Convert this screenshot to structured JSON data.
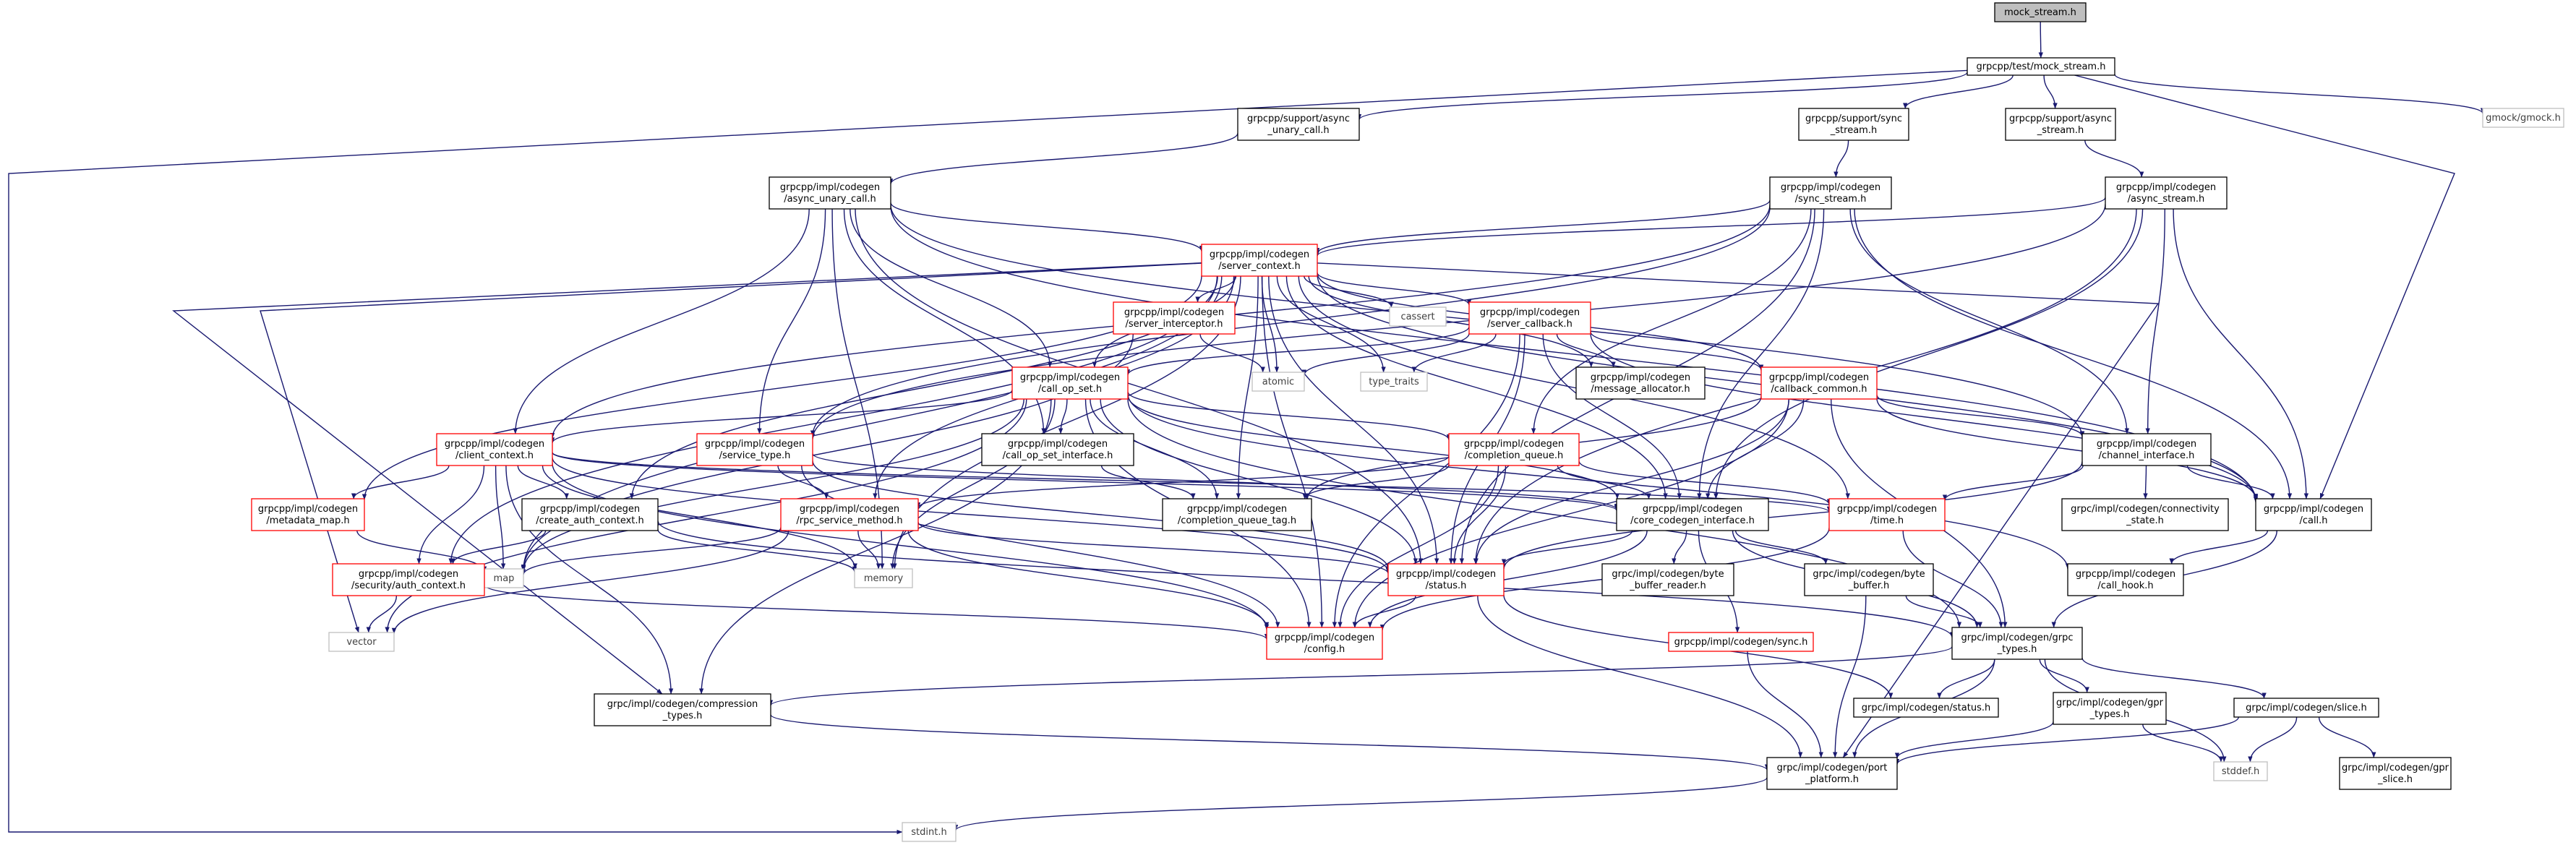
{
  "colors": {
    "edge": "#191970",
    "node_border": "#000000",
    "missing_border": "#ff0000",
    "external_border": "#bfbfbf",
    "external_text": "#404040",
    "root_fill": "#bfbfbf",
    "node_fill": "#ffffff"
  },
  "nodes": [
    {
      "id": "mock_stream",
      "lines": [
        "mock_stream.h"
      ],
      "style": "root"
    },
    {
      "id": "test_mock",
      "lines": [
        "grpcpp/test/mock_stream.h"
      ],
      "style": "normal"
    },
    {
      "id": "sup_async_unary",
      "lines": [
        "grpcpp/support/async",
        "_unary_call.h"
      ],
      "style": "normal"
    },
    {
      "id": "sup_sync_stream",
      "lines": [
        "grpcpp/support/sync",
        "_stream.h"
      ],
      "style": "normal"
    },
    {
      "id": "sup_async_stream",
      "lines": [
        "grpcpp/support/async",
        "_stream.h"
      ],
      "style": "normal"
    },
    {
      "id": "gmock",
      "lines": [
        "gmock/gmock.h"
      ],
      "style": "external"
    },
    {
      "id": "cg_async_unary",
      "lines": [
        "grpcpp/impl/codegen",
        "/async_unary_call.h"
      ],
      "style": "normal"
    },
    {
      "id": "cg_sync_stream",
      "lines": [
        "grpcpp/impl/codegen",
        "/sync_stream.h"
      ],
      "style": "normal"
    },
    {
      "id": "cg_async_stream",
      "lines": [
        "grpcpp/impl/codegen",
        "/async_stream.h"
      ],
      "style": "normal"
    },
    {
      "id": "server_context",
      "lines": [
        "grpcpp/impl/codegen",
        "/server_context.h"
      ],
      "style": "missing"
    },
    {
      "id": "cassert",
      "lines": [
        "cassert"
      ],
      "style": "external"
    },
    {
      "id": "server_interceptor",
      "lines": [
        "grpcpp/impl/codegen",
        "/server_interceptor.h"
      ],
      "style": "missing"
    },
    {
      "id": "server_callback",
      "lines": [
        "grpcpp/impl/codegen",
        "/server_callback.h"
      ],
      "style": "missing"
    },
    {
      "id": "atomic",
      "lines": [
        "atomic"
      ],
      "style": "external"
    },
    {
      "id": "type_traits",
      "lines": [
        "type_traits"
      ],
      "style": "external"
    },
    {
      "id": "message_allocator",
      "lines": [
        "grpcpp/impl/codegen",
        "/message_allocator.h"
      ],
      "style": "normal"
    },
    {
      "id": "call_op_set",
      "lines": [
        "grpcpp/impl/codegen",
        "/call_op_set.h"
      ],
      "style": "missing"
    },
    {
      "id": "callback_common",
      "lines": [
        "grpcpp/impl/codegen",
        "/callback_common.h"
      ],
      "style": "missing"
    },
    {
      "id": "client_context",
      "lines": [
        "grpcpp/impl/codegen",
        "/client_context.h"
      ],
      "style": "missing"
    },
    {
      "id": "service_type",
      "lines": [
        "grpcpp/impl/codegen",
        "/service_type.h"
      ],
      "style": "missing"
    },
    {
      "id": "call_op_set_interface",
      "lines": [
        "grpcpp/impl/codegen",
        "/call_op_set_interface.h"
      ],
      "style": "normal"
    },
    {
      "id": "completion_queue",
      "lines": [
        "grpcpp/impl/codegen",
        "/completion_queue.h"
      ],
      "style": "missing"
    },
    {
      "id": "channel_interface",
      "lines": [
        "grpcpp/impl/codegen",
        "/channel_interface.h"
      ],
      "style": "normal"
    },
    {
      "id": "metadata_map",
      "lines": [
        "grpcpp/impl/codegen",
        "/metadata_map.h"
      ],
      "style": "missing"
    },
    {
      "id": "create_auth_context",
      "lines": [
        "grpcpp/impl/codegen",
        "/create_auth_context.h"
      ],
      "style": "normal"
    },
    {
      "id": "rpc_service_method",
      "lines": [
        "grpcpp/impl/codegen",
        "/rpc_service_method.h"
      ],
      "style": "missing"
    },
    {
      "id": "completion_queue_tag",
      "lines": [
        "grpcpp/impl/codegen",
        "/completion_queue_tag.h"
      ],
      "style": "normal"
    },
    {
      "id": "core_codegen_interface",
      "lines": [
        "grpcpp/impl/codegen",
        "/core_codegen_interface.h"
      ],
      "style": "normal"
    },
    {
      "id": "time",
      "lines": [
        "grpcpp/impl/codegen",
        "/time.h"
      ],
      "style": "missing"
    },
    {
      "id": "connectivity_state",
      "lines": [
        "grpc/impl/codegen/connectivity",
        "_state.h"
      ],
      "style": "normal"
    },
    {
      "id": "call",
      "lines": [
        "grpcpp/impl/codegen",
        "/call.h"
      ],
      "style": "normal"
    },
    {
      "id": "map",
      "lines": [
        "map"
      ],
      "style": "external"
    },
    {
      "id": "memory",
      "lines": [
        "memory"
      ],
      "style": "external"
    },
    {
      "id": "security_auth_context",
      "lines": [
        "grpcpp/impl/codegen",
        "/security/auth_context.h"
      ],
      "style": "missing"
    },
    {
      "id": "status",
      "lines": [
        "grpcpp/impl/codegen",
        "/status.h"
      ],
      "style": "missing"
    },
    {
      "id": "byte_buffer_reader",
      "lines": [
        "grpc/impl/codegen/byte",
        "_buffer_reader.h"
      ],
      "style": "normal"
    },
    {
      "id": "byte_buffer",
      "lines": [
        "grpc/impl/codegen/byte",
        "_buffer.h"
      ],
      "style": "normal"
    },
    {
      "id": "call_hook",
      "lines": [
        "grpcpp/impl/codegen",
        "/call_hook.h"
      ],
      "style": "normal"
    },
    {
      "id": "vector",
      "lines": [
        "vector"
      ],
      "style": "external"
    },
    {
      "id": "config",
      "lines": [
        "grpcpp/impl/codegen",
        "/config.h"
      ],
      "style": "missing"
    },
    {
      "id": "sync",
      "lines": [
        "grpcpp/impl/codegen/sync.h"
      ],
      "style": "missing"
    },
    {
      "id": "grpc_types",
      "lines": [
        "grpc/impl/codegen/grpc",
        "_types.h"
      ],
      "style": "normal"
    },
    {
      "id": "compression_types",
      "lines": [
        "grpc/impl/codegen/compression",
        "_types.h"
      ],
      "style": "normal"
    },
    {
      "id": "status_c",
      "lines": [
        "grpc/impl/codegen/status.h"
      ],
      "style": "normal"
    },
    {
      "id": "gpr_types",
      "lines": [
        "grpc/impl/codegen/gpr",
        "_types.h"
      ],
      "style": "normal"
    },
    {
      "id": "slice",
      "lines": [
        "grpc/impl/codegen/slice.h"
      ],
      "style": "normal"
    },
    {
      "id": "port_platform",
      "lines": [
        "grpc/impl/codegen/port",
        "_platform.h"
      ],
      "style": "normal"
    },
    {
      "id": "stddef",
      "lines": [
        "stddef.h"
      ],
      "style": "external"
    },
    {
      "id": "gpr_slice",
      "lines": [
        "grpc/impl/codegen/gpr",
        "_slice.h"
      ],
      "style": "normal"
    },
    {
      "id": "stdint",
      "lines": [
        "stdint.h"
      ],
      "style": "external"
    }
  ],
  "edges": [
    [
      "mock_stream",
      "test_mock"
    ],
    [
      "test_mock",
      "sup_async_unary"
    ],
    [
      "test_mock",
      "sup_sync_stream"
    ],
    [
      "test_mock",
      "sup_async_stream"
    ],
    [
      "test_mock",
      "gmock"
    ],
    [
      "test_mock",
      "call"
    ],
    [
      "test_mock",
      "stdint"
    ],
    [
      "sup_async_unary",
      "cg_async_unary"
    ],
    [
      "sup_sync_stream",
      "cg_sync_stream"
    ],
    [
      "sup_async_stream",
      "cg_async_stream"
    ],
    [
      "cg_async_unary",
      "server_context"
    ],
    [
      "cg_async_unary",
      "call_op_set"
    ],
    [
      "cg_async_unary",
      "call_op_set_interface"
    ],
    [
      "cg_async_unary",
      "client_context"
    ],
    [
      "cg_async_unary",
      "service_type"
    ],
    [
      "cg_async_unary",
      "status"
    ],
    [
      "cg_async_unary",
      "channel_interface"
    ],
    [
      "cg_async_unary",
      "call"
    ],
    [
      "cg_async_unary",
      "memory"
    ],
    [
      "cg_sync_stream",
      "server_context"
    ],
    [
      "cg_sync_stream",
      "client_context"
    ],
    [
      "cg_sync_stream",
      "service_type"
    ],
    [
      "cg_sync_stream",
      "completion_queue"
    ],
    [
      "cg_sync_stream",
      "core_codegen_interface"
    ],
    [
      "cg_sync_stream",
      "channel_interface"
    ],
    [
      "cg_sync_stream",
      "call"
    ],
    [
      "cg_sync_stream",
      "status"
    ],
    [
      "cg_async_stream",
      "server_context"
    ],
    [
      "cg_async_stream",
      "service_type"
    ],
    [
      "cg_async_stream",
      "channel_interface"
    ],
    [
      "cg_async_stream",
      "call"
    ],
    [
      "cg_async_stream",
      "core_codegen_interface"
    ],
    [
      "cg_async_stream",
      "status"
    ],
    [
      "server_context",
      "cassert"
    ],
    [
      "server_context",
      "server_interceptor"
    ],
    [
      "server_context",
      "server_callback"
    ],
    [
      "server_context",
      "atomic"
    ],
    [
      "server_context",
      "type_traits"
    ],
    [
      "server_context",
      "message_allocator"
    ],
    [
      "server_context",
      "call_op_set"
    ],
    [
      "server_context",
      "callback_common"
    ],
    [
      "server_context",
      "create_auth_context"
    ],
    [
      "server_context",
      "metadata_map"
    ],
    [
      "server_context",
      "rpc_service_method"
    ],
    [
      "server_context",
      "completion_queue_tag"
    ],
    [
      "server_context",
      "core_codegen_interface"
    ],
    [
      "server_context",
      "time"
    ],
    [
      "server_context",
      "call"
    ],
    [
      "server_context",
      "map"
    ],
    [
      "server_context",
      "memory"
    ],
    [
      "server_context",
      "security_auth_context"
    ],
    [
      "server_context",
      "status"
    ],
    [
      "server_context",
      "vector"
    ],
    [
      "server_context",
      "config"
    ],
    [
      "server_context",
      "compression_types"
    ],
    [
      "server_context",
      "port_platform"
    ],
    [
      "server_interceptor",
      "atomic"
    ],
    [
      "server_interceptor",
      "map"
    ],
    [
      "server_callback",
      "atomic"
    ],
    [
      "server_callback",
      "type_traits"
    ],
    [
      "server_callback",
      "message_allocator"
    ],
    [
      "server_callback",
      "call_op_set"
    ],
    [
      "server_callback",
      "callback_common"
    ],
    [
      "server_callback",
      "core_codegen_interface"
    ],
    [
      "server_callback",
      "status"
    ],
    [
      "server_callback",
      "config"
    ],
    [
      "server_callback",
      "call"
    ],
    [
      "call_op_set",
      "client_context"
    ],
    [
      "call_op_set",
      "call_op_set_interface"
    ],
    [
      "call_op_set",
      "completion_queue_tag"
    ],
    [
      "call_op_set",
      "core_codegen_interface"
    ],
    [
      "call_op_set",
      "call_hook"
    ],
    [
      "call_op_set",
      "status"
    ],
    [
      "call_op_set",
      "config"
    ],
    [
      "call_op_set",
      "memory"
    ],
    [
      "call_op_set",
      "map"
    ],
    [
      "call_op_set",
      "vector"
    ],
    [
      "call_op_set",
      "compression_types"
    ],
    [
      "call_op_set",
      "grpc_types"
    ],
    [
      "call_op_set",
      "completion_queue"
    ],
    [
      "callback_common",
      "channel_interface"
    ],
    [
      "callback_common",
      "completion_queue_tag"
    ],
    [
      "callback_common",
      "core_codegen_interface"
    ],
    [
      "callback_common",
      "call"
    ],
    [
      "callback_common",
      "status"
    ],
    [
      "callback_common",
      "config"
    ],
    [
      "callback_common",
      "grpc_types"
    ],
    [
      "client_context",
      "metadata_map"
    ],
    [
      "client_context",
      "create_auth_context"
    ],
    [
      "client_context",
      "security_auth_context"
    ],
    [
      "client_context",
      "map"
    ],
    [
      "client_context",
      "memory"
    ],
    [
      "client_context",
      "core_codegen_interface"
    ],
    [
      "client_context",
      "time"
    ],
    [
      "client_context",
      "status"
    ],
    [
      "client_context",
      "config"
    ],
    [
      "client_context",
      "compression_types"
    ],
    [
      "service_type",
      "rpc_service_method"
    ],
    [
      "service_type",
      "core_codegen_interface"
    ],
    [
      "service_type",
      "status"
    ],
    [
      "service_type",
      "config"
    ],
    [
      "call_op_set_interface",
      "completion_queue_tag"
    ],
    [
      "completion_queue",
      "rpc_service_method"
    ],
    [
      "completion_queue",
      "completion_queue_tag"
    ],
    [
      "completion_queue",
      "core_codegen_interface"
    ],
    [
      "completion_queue",
      "time"
    ],
    [
      "completion_queue",
      "status"
    ],
    [
      "completion_queue",
      "config"
    ],
    [
      "channel_interface",
      "connectivity_state"
    ],
    [
      "channel_interface",
      "call"
    ],
    [
      "channel_interface",
      "time"
    ],
    [
      "channel_interface",
      "status"
    ],
    [
      "metadata_map",
      "map"
    ],
    [
      "create_auth_context",
      "security_auth_context"
    ],
    [
      "create_auth_context",
      "memory"
    ],
    [
      "create_auth_context",
      "grpc_types"
    ],
    [
      "rpc_service_method",
      "map"
    ],
    [
      "rpc_service_method",
      "memory"
    ],
    [
      "rpc_service_method",
      "vector"
    ],
    [
      "rpc_service_method",
      "status"
    ],
    [
      "rpc_service_method",
      "config"
    ],
    [
      "core_codegen_interface",
      "byte_buffer_reader"
    ],
    [
      "core_codegen_interface",
      "byte_buffer"
    ],
    [
      "core_codegen_interface",
      "sync"
    ],
    [
      "core_codegen_interface",
      "status"
    ],
    [
      "core_codegen_interface",
      "config"
    ],
    [
      "core_codegen_interface",
      "grpc_types"
    ],
    [
      "time",
      "config"
    ],
    [
      "time",
      "grpc_types"
    ],
    [
      "call",
      "call_hook"
    ],
    [
      "call",
      "grpc_types"
    ],
    [
      "security_auth_context",
      "vector"
    ],
    [
      "security_auth_context",
      "config"
    ],
    [
      "status",
      "config"
    ],
    [
      "status",
      "status_c"
    ],
    [
      "status",
      "port_platform"
    ],
    [
      "byte_buffer",
      "grpc_types"
    ],
    [
      "byte_buffer",
      "port_platform"
    ],
    [
      "sync",
      "port_platform"
    ],
    [
      "grpc_types",
      "compression_types"
    ],
    [
      "grpc_types",
      "status_c"
    ],
    [
      "grpc_types",
      "gpr_types"
    ],
    [
      "grpc_types",
      "slice"
    ],
    [
      "grpc_types",
      "port_platform"
    ],
    [
      "grpc_types",
      "stddef"
    ],
    [
      "compression_types",
      "port_platform"
    ],
    [
      "gpr_types",
      "port_platform"
    ],
    [
      "gpr_types",
      "stddef"
    ],
    [
      "slice",
      "stddef"
    ],
    [
      "slice",
      "gpr_slice"
    ],
    [
      "slice",
      "port_platform"
    ],
    [
      "port_platform",
      "stdint"
    ]
  ]
}
